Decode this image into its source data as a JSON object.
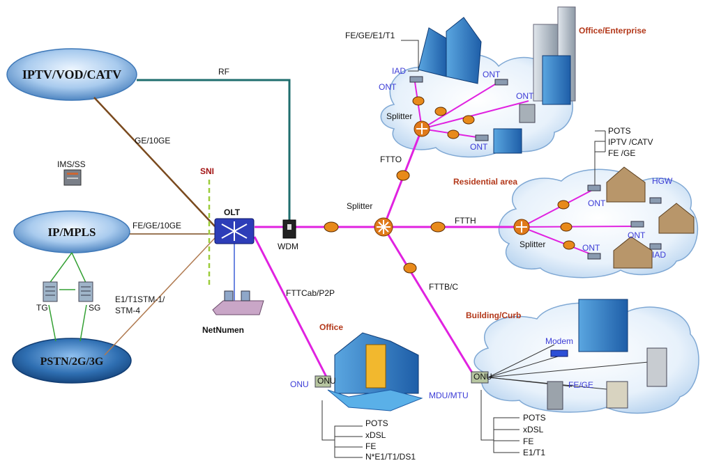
{
  "networks": {
    "iptv": "IPTV/VOD/CATV",
    "ipmpls": "IP/MPLS",
    "pstn": "PSTN/2G/3G"
  },
  "core": {
    "ims": "IMS/SS",
    "tg": "TG",
    "sg": "SG",
    "sni": "SNI",
    "olt": "OLT",
    "wdm": "WDM",
    "netnumen": "NetNumen"
  },
  "links": {
    "rf": "RF",
    "ge10ge": "GE/10GE",
    "fe_ge_10ge": "FE/GE/10GE",
    "e1_line1": "E1/T1STM-1/",
    "e1_line2": "STM-4",
    "ftto": "FTTO",
    "ftth": "FTTH",
    "fttb": "FTTB/C",
    "fttcab": "FTTCab/P2P",
    "splitter_center": "Splitter"
  },
  "office_enterprise": {
    "title": "Office/Enterprise",
    "services": "FE/GE/E1/T1",
    "iad": "IAD",
    "ont_left": "ONT",
    "ont_mid": "ONT",
    "ont_right": "ONT",
    "ont_bottom": "ONT",
    "splitter": "Splitter"
  },
  "residential": {
    "title": "Residential area",
    "services": [
      "POTS",
      "IPTV /CATV",
      "FE /GE"
    ],
    "hgw": "HGW",
    "ont_top": "ONT",
    "ont_mid": "ONT",
    "ont_bottom": "ONT",
    "iad": "IAD",
    "splitter": "Splitter"
  },
  "building_curb": {
    "title": "Building/Curb",
    "modem": "Modem",
    "fe_ge": "FE/GE",
    "mdu": "MDU/MTU",
    "onu_badge": "ONU",
    "services": [
      "POTS",
      "xDSL",
      "FE",
      "E1/T1"
    ]
  },
  "office": {
    "title": "Office",
    "onu": "ONU",
    "onu_badge": "ONU",
    "services": [
      "POTS",
      "xDSL",
      "FE",
      "N*E1/T1/DS1"
    ]
  },
  "colors": {
    "fiber": "#e022e0",
    "rf_line": "#1f6e6e",
    "ge_line": "#7a4a1e",
    "copper_line": "#b07a50",
    "label_blue": "#3b3bd6",
    "title_red": "#b3381a"
  }
}
